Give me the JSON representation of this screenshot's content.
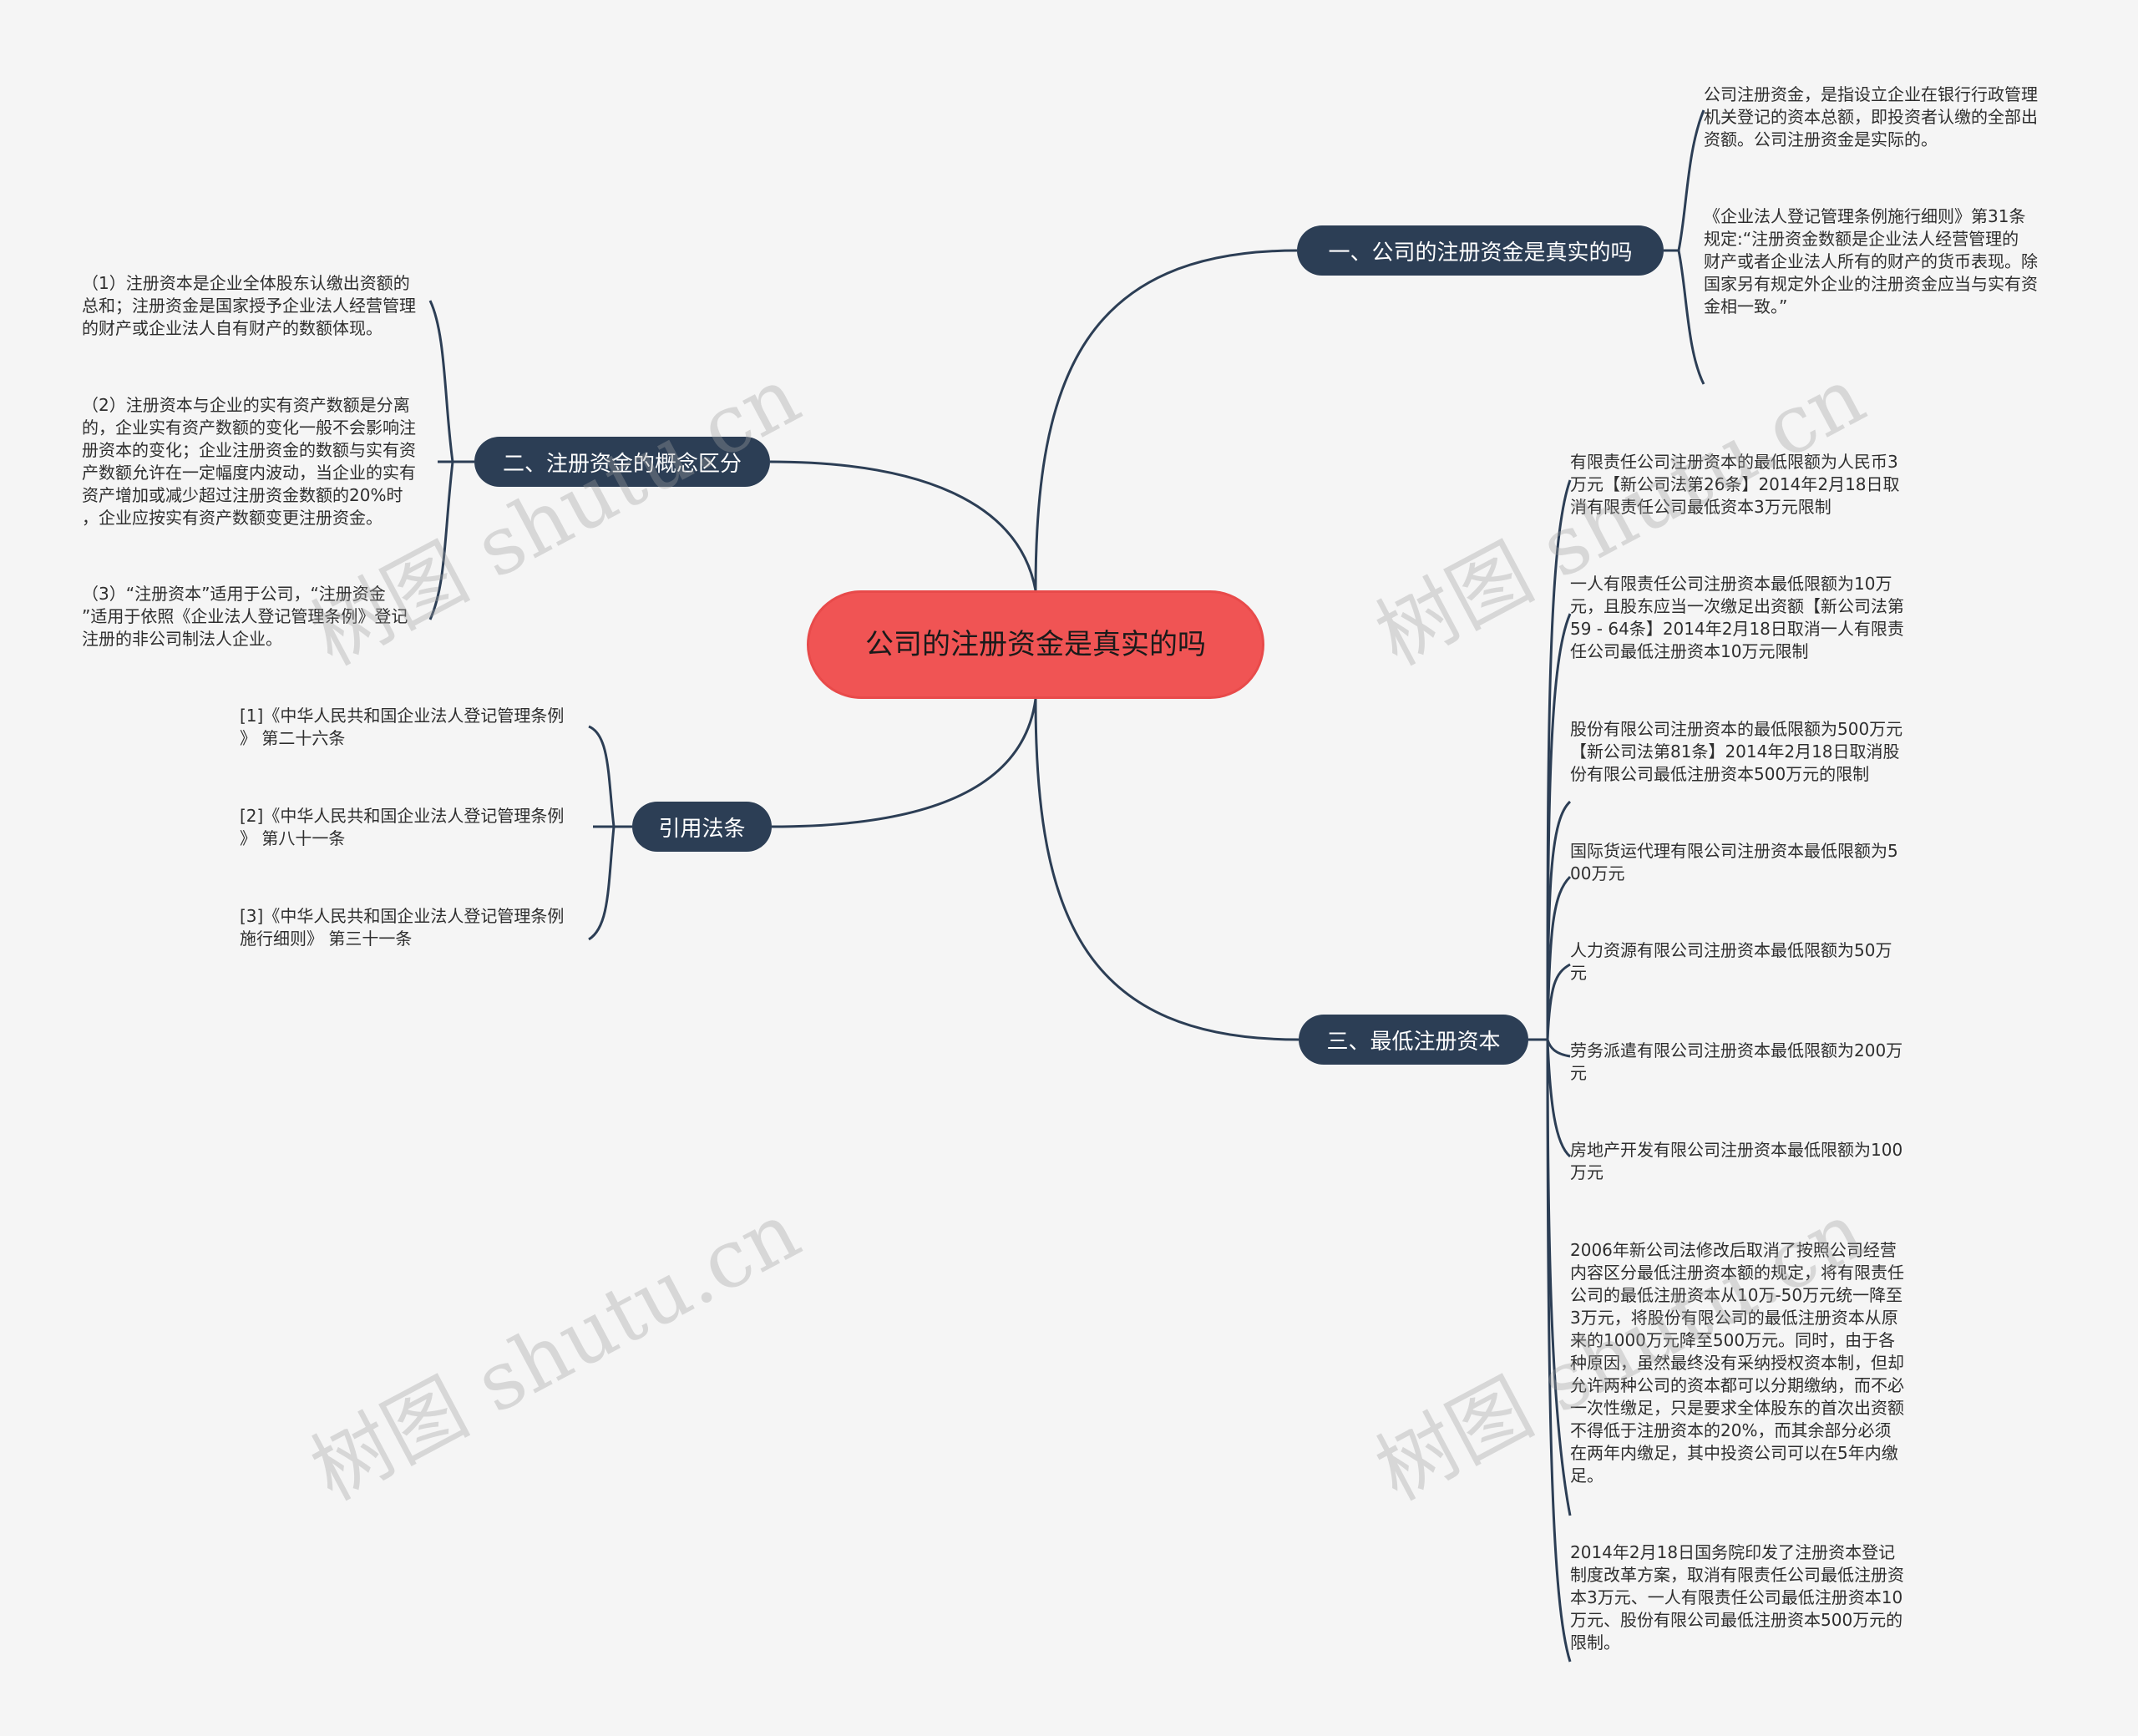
{
  "root": {
    "title": "公司的注册资金是真实的吗"
  },
  "branches": {
    "b1": {
      "label": "一、公司的注册资金是真实的吗",
      "leaves": [
        "公司注册资金，是指设立企业在银行行政管理\n机关登记的资本总额，即投资者认缴的全部出\n资额。公司注册资金是实际的。",
        "《企业法人登记管理条例施行细则》第31条\n规定:“注册资金数额是企业法人经营管理的\n财产或者企业法人所有的财产的货币表现。除\n国家另有规定外企业的注册资金应当与实有资\n金相一致。”"
      ]
    },
    "b2": {
      "label": "二、注册资金的概念区分",
      "leaves": [
        "（1）注册资本是企业全体股东认缴出资额的\n总和；注册资金是国家授予企业法人经营管理\n的财产或企业法人自有财产的数额体现。",
        "（2）注册资本与企业的实有资产数额是分离\n的，企业实有资产数额的变化一般不会影响注\n册资本的变化；企业注册资金的数额与实有资\n产数额允许在一定幅度内波动，当企业的实有\n资产增加或减少超过注册资金数额的20%时\n，企业应按实有资产数额变更注册资金。",
        "（3）“注册资本”适用于公司，“注册资金\n”适用于依照《企业法人登记管理条例》登记\n注册的非公司制法人企业。"
      ]
    },
    "b3": {
      "label": "引用法条",
      "leaves": [
        "[1]《中华人民共和国企业法人登记管理条例\n》 第二十六条",
        "[2]《中华人民共和国企业法人登记管理条例\n》 第八十一条",
        "[3]《中华人民共和国企业法人登记管理条例\n施行细则》 第三十一条"
      ]
    },
    "b4": {
      "label": "三、最低注册资本",
      "leaves": [
        "有限责任公司注册资本的最低限额为人民币3\n万元【新公司法第26条】2014年2月18日取\n消有限责任公司最低资本3万元限制",
        "一人有限责任公司注册资本最低限额为10万\n元，且股东应当一次缴足出资额【新公司法第\n59 - 64条】2014年2月18日取消一人有限责\n任公司最低注册资本10万元限制",
        "股份有限公司注册资本的最低限额为500万元\n【新公司法第81条】2014年2月18日取消股\n份有限公司最低注册资本500万元的限制",
        "国际货运代理有限公司注册资本最低限额为5\n00万元",
        "人力资源有限公司注册资本最低限额为50万\n元",
        "劳务派遣有限公司注册资本最低限额为200万\n元",
        "房地产开发有限公司注册资本最低限额为100\n万元",
        "2006年新公司法修改后取消了按照公司经营\n内容区分最低注册资本额的规定，将有限责任\n公司的最低注册资本从10万-50万元统一降至\n3万元，将股份有限公司的最低注册资本从原\n来的1000万元降至500万元。同时，由于各\n种原因，虽然最终没有采纳授权资本制，但却\n允许两种公司的资本都可以分期缴纳，而不必\n一次性缴足，只是要求全体股东的首次出资额\n不得低于注册资本的20%，而其余部分必须\n在两年内缴足，其中投资公司可以在5年内缴\n足。",
        "2014年2月18日国务院印发了注册资本登记\n制度改革方案，取消有限责任公司最低注册资\n本3万元、一人有限责任公司最低注册资本10\n万元、股份有限公司最低注册资本500万元的\n限制。"
      ]
    }
  },
  "watermark": "树图 shutu.cn",
  "colors": {
    "root": "#f05454",
    "branch": "#2c3e55",
    "line": "#2c3e55",
    "background": "#f5f5f5"
  }
}
